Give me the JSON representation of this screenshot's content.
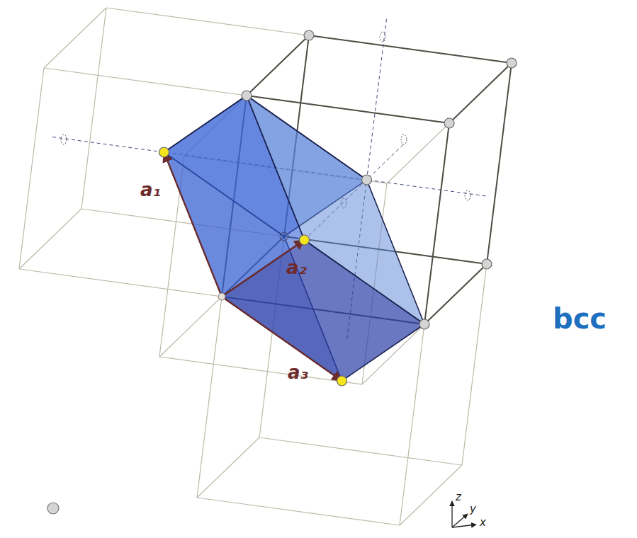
{
  "diagram": {
    "labels": [
      "a₁",
      "a₂",
      "a₃",
      "bcc",
      "z",
      "y",
      "x"
    ]
  }
}
